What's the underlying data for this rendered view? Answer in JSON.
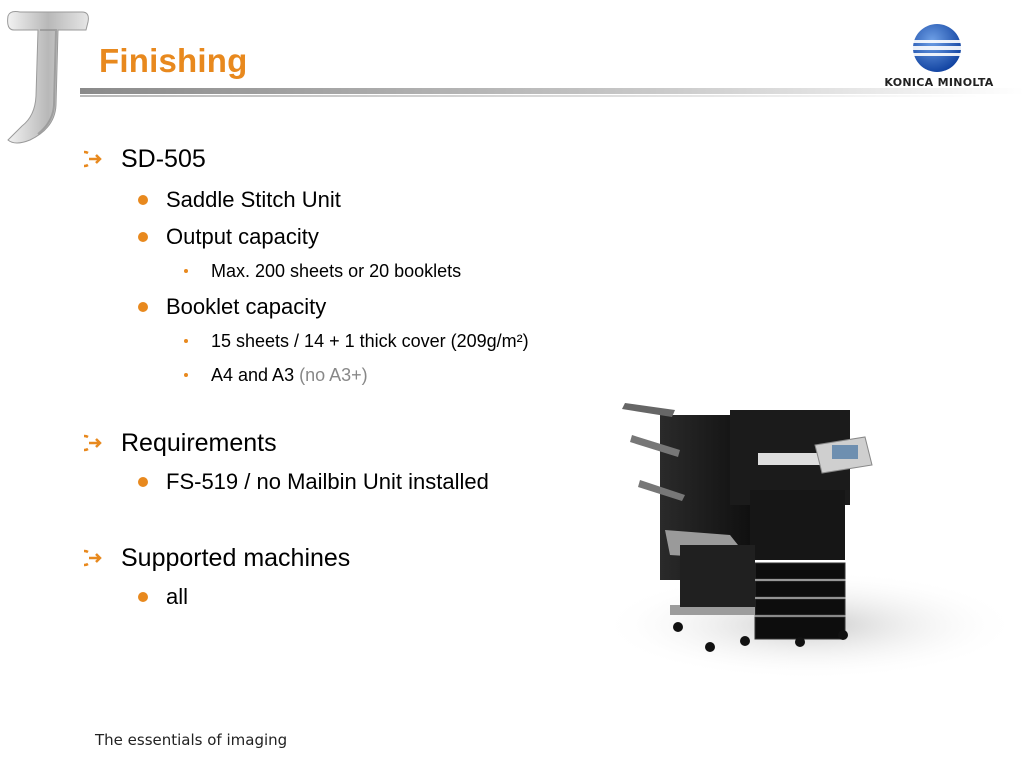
{
  "header": {
    "title": "Finishing",
    "brand": "KONICA MINOLTA",
    "brand_color": "#e8891e"
  },
  "bullets": [
    {
      "label": "SD-505",
      "children": [
        {
          "label": "Saddle Stitch Unit"
        },
        {
          "label": "Output capacity",
          "children": [
            "Max. 200 sheets or 20 booklets"
          ]
        },
        {
          "label": "Booklet capacity",
          "children": [
            "15 sheets / 14 + 1 thick cover (209g/m²)",
            "A4 and A3",
            "(no A3+)"
          ]
        }
      ]
    },
    {
      "label": "Requirements",
      "children": [
        {
          "label": "FS-519 / no Mailbin Unit installed"
        }
      ]
    },
    {
      "label": "Supported machines",
      "children": [
        {
          "label": "all"
        }
      ]
    }
  ],
  "footer": {
    "tagline": "The essentials of imaging"
  },
  "icons": {
    "level1": "arrow-circle-icon",
    "level2": "orange-dot-icon",
    "level3": "small-bullet-icon",
    "illustration": "printer-image"
  }
}
